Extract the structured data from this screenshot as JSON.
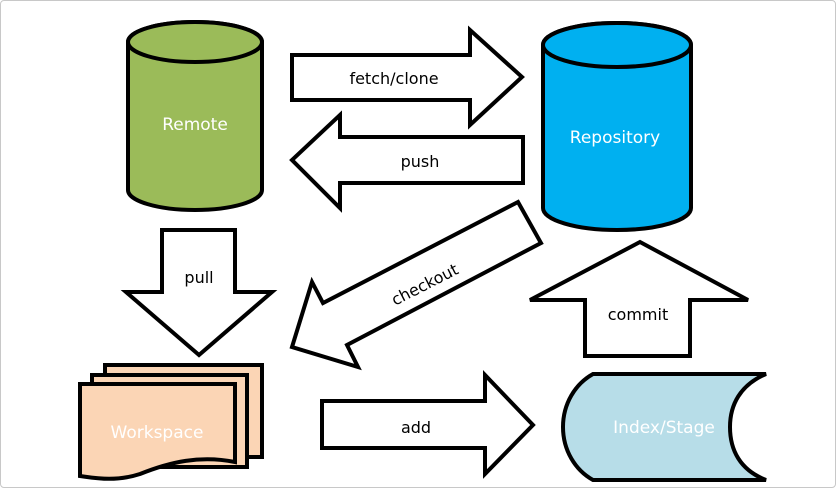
{
  "colors": {
    "remote": "#9BBB59",
    "repository": "#00B0F0",
    "workspace": "#FBD5B5",
    "index": "#B7DDE8"
  },
  "nodes": {
    "remote": "Remote",
    "repository": "Repository",
    "workspace": "Workspace",
    "index": "Index/Stage"
  },
  "arrows": {
    "fetch_clone": "fetch/clone",
    "push": "push",
    "pull": "pull",
    "checkout": "checkout",
    "commit": "commit",
    "add": "add"
  }
}
